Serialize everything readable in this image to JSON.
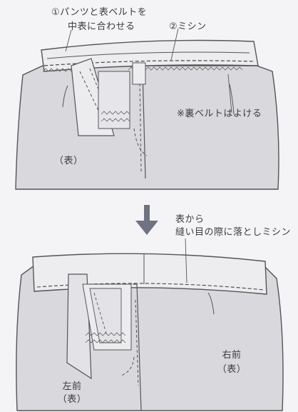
{
  "top": {
    "step1": "①パンツと表ベルトを",
    "step1_cont": "中表に合わせる",
    "step2": "②ミシン",
    "note": "※裏ベルトはよける",
    "face": "（表）"
  },
  "bottom": {
    "instruction_line1": "表から",
    "instruction_line2": "縫い目の際に落としミシン",
    "right_front": "右前",
    "right_face": "（表）",
    "left_front": "左前",
    "left_face": "（表）"
  },
  "colors": {
    "fabric": "#d9d9dd",
    "line": "#555555",
    "arrow": "#6f7280",
    "background": "#f4f4f6"
  }
}
